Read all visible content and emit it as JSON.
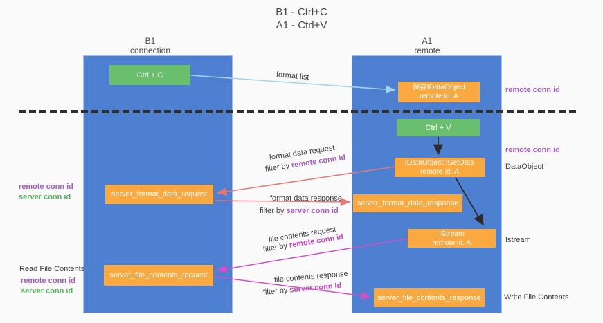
{
  "title": {
    "line1": "B1 - Ctrl+C",
    "line2": "A1 - Ctrl+V"
  },
  "columns": {
    "left": {
      "name": "B1",
      "role": "connection"
    },
    "right": {
      "name": "A1",
      "role": "remote"
    }
  },
  "nodes": {
    "ctrl_c": "Ctrl + C",
    "ctrl_v": "Ctrl + V",
    "save_idataobject": {
      "line1": "保存IDataObject",
      "line2": "remote id: A"
    },
    "getdata": {
      "line1": "IDataObject::GetData",
      "line2": "remote id: A"
    },
    "istream": {
      "line1": "IStream",
      "line2": "remote id: A"
    },
    "server_format_data_request": "server_format_data_request",
    "server_format_data_response": "server_format_data_response",
    "server_file_contents_request": "server_file_contents_request",
    "server_file_contents_response": "server_file_contents_response"
  },
  "side_labels": {
    "remote_conn_id": "remote conn id",
    "server_conn_id": "server conn id",
    "dataobject": "DataObject",
    "istream": "Istream",
    "read_file_contents": "Read File Contents",
    "write_file_contents": "Write File Contents"
  },
  "arrow_labels": {
    "format_list": "format list",
    "format_data_request": "format data request",
    "format_data_response": "format data response",
    "file_contents_request": "file contents request",
    "file_contents_response": "file contents response",
    "filter_prefix": "filter by ",
    "remote_conn_id": "remote conn id",
    "server_conn_id": "server conn id"
  },
  "colors": {
    "lane_blue": "#4d80d0",
    "node_orange": "#f9a93f",
    "node_green": "#6abf6e",
    "purple_label": "#a45bc7",
    "green_label": "#55b55c",
    "magenta_label": "#c841c6",
    "arrow_salmon": "#e87672",
    "arrow_magenta": "#d04fc6",
    "arrow_lightblue": "#a5d2f0",
    "arrow_black": "#2b2b2b"
  }
}
